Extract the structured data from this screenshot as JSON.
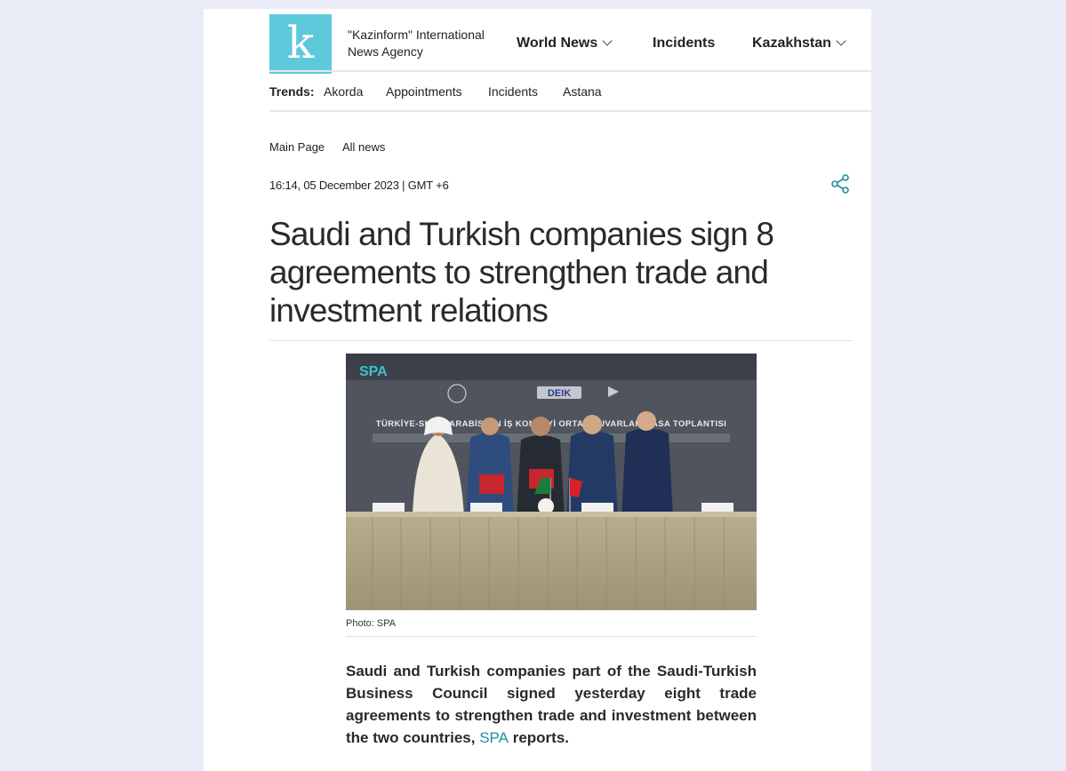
{
  "header": {
    "logo_letter": "k",
    "agency_name": "\"Kazinform\" International News Agency",
    "nav": [
      {
        "label": "World News",
        "has_dropdown": true
      },
      {
        "label": "Incidents",
        "has_dropdown": false
      },
      {
        "label": "Kazakhstan",
        "has_dropdown": true
      }
    ]
  },
  "trends": {
    "label": "Trends:",
    "items": [
      "Akorda",
      "Appointments",
      "Incidents",
      "Astana"
    ]
  },
  "breadcrumb": [
    "Main Page",
    "All news"
  ],
  "article": {
    "datetime": "16:14, 05 December 2023 | GMT +6",
    "title": "Saudi and Turkish companies sign 8 agreements to strengthen trade and investment relations",
    "photo_caption": "Photo: SPA",
    "photo_text": {
      "watermark": "SPA",
      "banner_tr": "TÜRKİYE-SUUDİ ARABİSTAN İŞ KONSEYİ ORTAK YUVARLAK MASA TOPLANTISI",
      "banner_logo": "DEIK"
    },
    "lead_text": "Saudi and Turkish companies part of the Saudi-Turkish Business Council signed yesterday eight trade agreements to strengthen trade and investment between the two countries,",
    "lead_link": "SPA",
    "lead_tail": "reports."
  },
  "colors": {
    "background": "#e9ebf7",
    "brand": "#5fc9dc",
    "link": "#1e8fa8"
  }
}
